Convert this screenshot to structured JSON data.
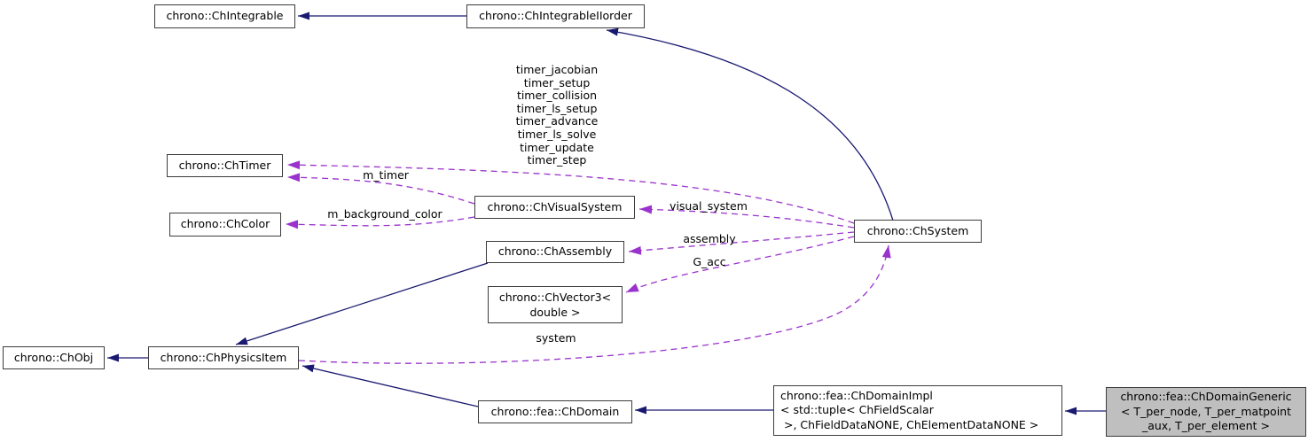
{
  "diagram": {
    "kind": "collaboration-graph",
    "colors": {
      "inheritance_edge": "#191970",
      "usage_edge": "#9a32cd",
      "node_border": "#3c3c3c",
      "node_fill": "#ffffff",
      "highlight_fill": "#bfbfbf",
      "text": "#000000"
    },
    "nodes": {
      "integrable": {
        "label": "chrono::ChIntegrable"
      },
      "integrable_iiorder": {
        "label": "chrono::ChIntegrableIIorder"
      },
      "timer": {
        "label": "chrono::ChTimer"
      },
      "color": {
        "label": "chrono::ChColor"
      },
      "visual_system": {
        "label": "chrono::ChVisualSystem"
      },
      "assembly": {
        "label": "chrono::ChAssembly"
      },
      "vector3": {
        "label": "chrono::ChVector3<\ndouble >"
      },
      "obj": {
        "label": "chrono::ChObj"
      },
      "physics_item": {
        "label": "chrono::ChPhysicsItem"
      },
      "system": {
        "label": "chrono::ChSystem"
      },
      "fea_domain": {
        "label": "chrono::fea::ChDomain"
      },
      "fea_domain_impl": {
        "label": "chrono::fea::ChDomainImpl\n< std::tuple< ChFieldScalar\n >, ChFieldDataNONE, ChElementDataNONE >"
      },
      "fea_domain_generic": {
        "label": "chrono::fea::ChDomainGeneric\n< T_per_node, T_per_matpoint\n_aux, T_per_element >"
      }
    },
    "edge_labels": {
      "timers": "timer_jacobian\ntimer_setup\ntimer_collision\ntimer_ls_setup\ntimer_advance\ntimer_ls_solve\ntimer_update\ntimer_step",
      "m_timer": "m_timer",
      "m_background_color": "m_background_color",
      "visual_system": "visual_system",
      "assembly": "assembly",
      "g_acc": "G_acc",
      "system": "system"
    }
  }
}
